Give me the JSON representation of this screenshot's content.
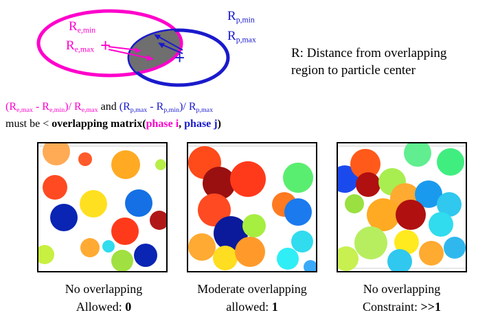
{
  "diagram": {
    "label_re_min": {
      "base": "R",
      "sub": "e,min"
    },
    "label_re_max": {
      "base": "R",
      "sub": "e,max"
    },
    "label_rp_min": {
      "base": "R",
      "sub": "p,min"
    },
    "label_rp_max": {
      "base": "R",
      "sub": "p,max"
    },
    "plus_magenta": "+",
    "plus_blue": "+",
    "note_line1": "R: Distance from overlapping",
    "note_line2": "region to particle center"
  },
  "formula": {
    "p1": "(R",
    "s1": "e,max",
    "p2": " - R",
    "s2": "e,min",
    "p3": ")/ R",
    "s3": "e,max",
    "and": " and ",
    "p4": "(R",
    "s4": "p,max",
    "p5": " - R",
    "s5": "p,min",
    "p6": ")/ R",
    "s6": "p,max",
    "line2_prefix": "must be < ",
    "line2_bold": "overlapping matrix(",
    "phase_i": "phase i",
    "comma": ", ",
    "phase_j": "phase j",
    "close": ")"
  },
  "captions": [
    {
      "line1": "No overlapping",
      "line2_prefix": "Allowed:  ",
      "line2_value": "0"
    },
    {
      "line1": "Moderate overlapping",
      "line2_prefix": "allowed:  ",
      "line2_value": "1"
    },
    {
      "line1": "No overlapping",
      "line2_prefix": "Constraint:  ",
      "line2_value": ">>1"
    }
  ]
}
